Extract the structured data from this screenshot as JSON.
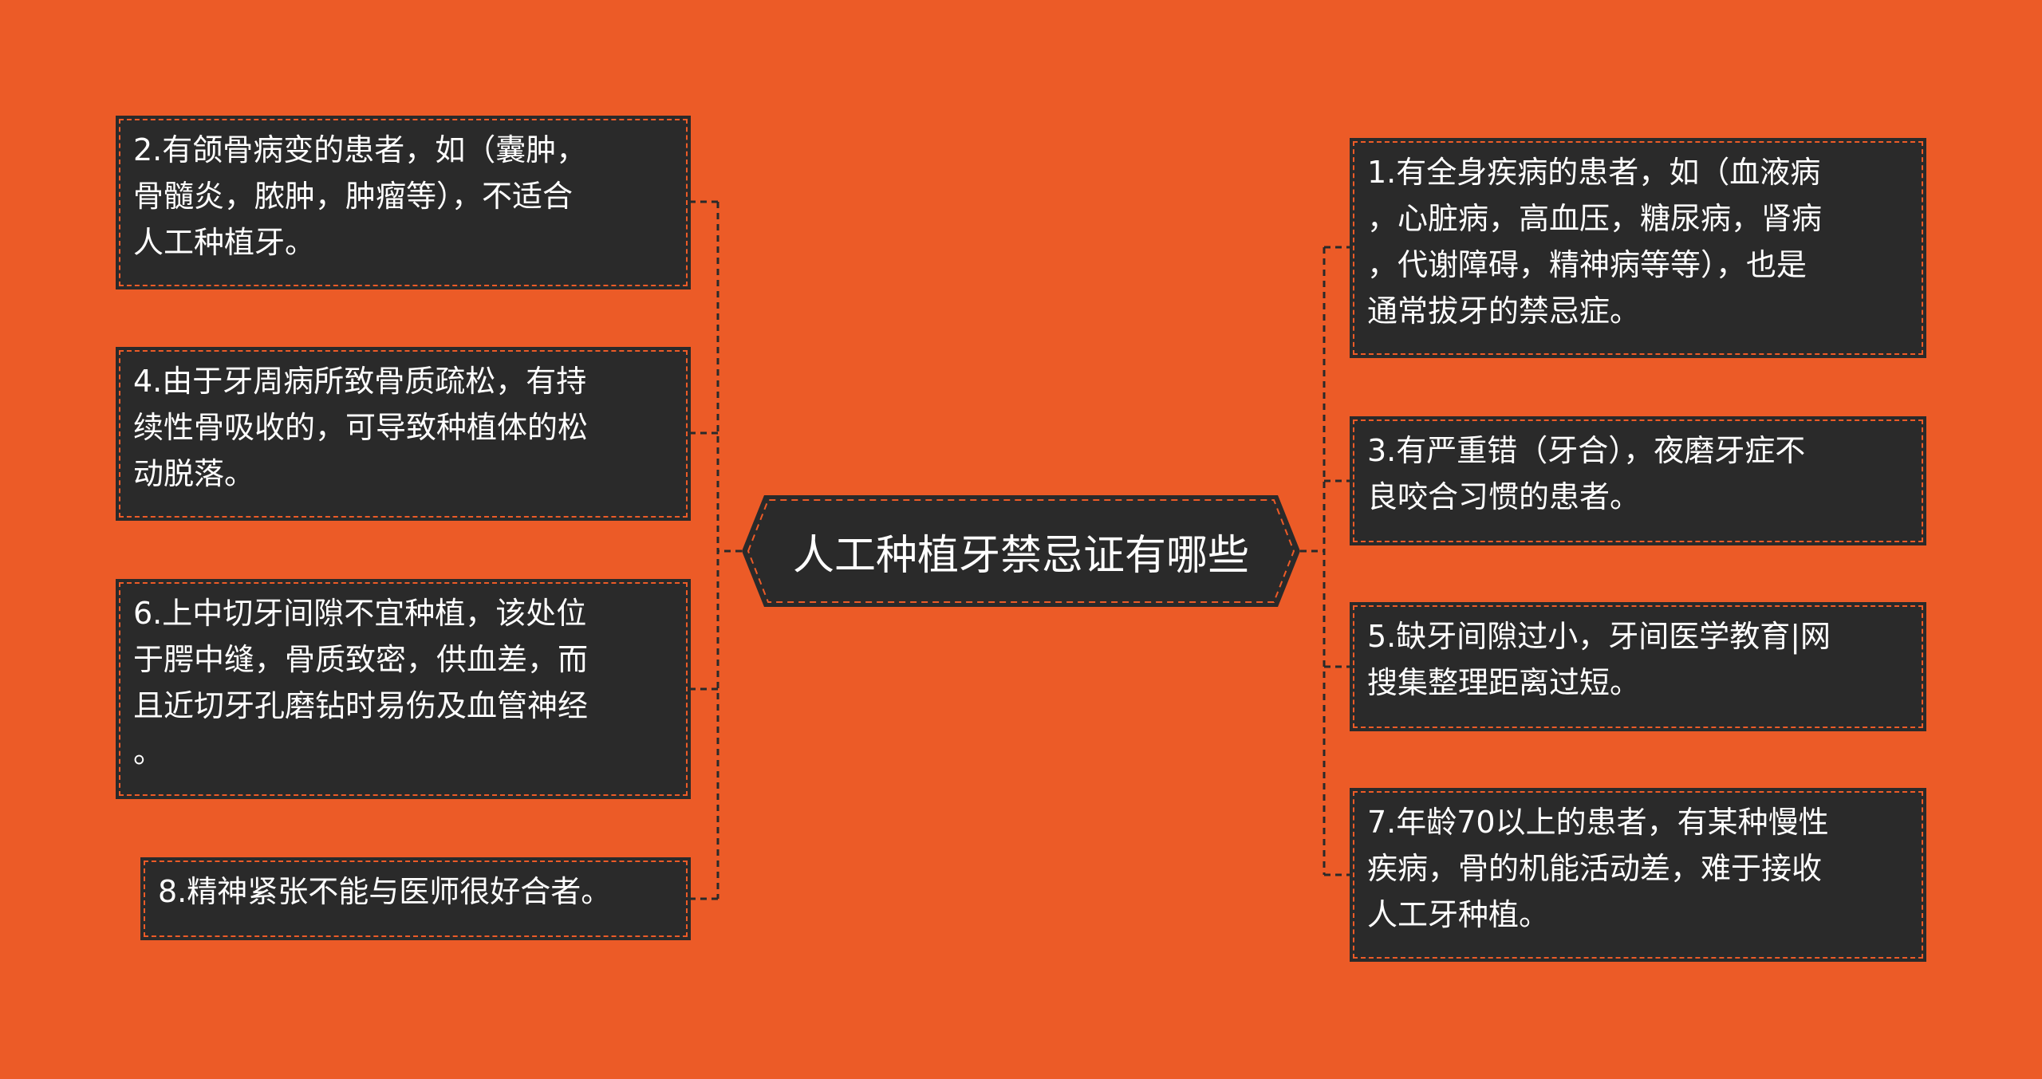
{
  "colors": {
    "background": "#ec5b27",
    "node_fill": "#2a2a2a",
    "node_text": "#ffffff",
    "connector": "#2a2a2a"
  },
  "center": {
    "title": "人工种植牙禁忌证有哪些"
  },
  "left_nodes": [
    {
      "text": "2.有颌骨病变的患者，如（囊肿，\n骨髓炎，脓肿，肿瘤等），不适合\n人工种植牙。"
    },
    {
      "text": "4.由于牙周病所致骨质疏松，有持\n续性骨吸收的，可导致种植体的松\n动脱落。"
    },
    {
      "text": "6.上中切牙间隙不宜种植，该处位\n于腭中缝，骨质致密，供血差，而\n且近切牙孔磨钻时易伤及血管神经\n。"
    },
    {
      "text": "8.精神紧张不能与医师很好合者。"
    }
  ],
  "right_nodes": [
    {
      "text": "1.有全身疾病的患者，如（血液病\n，心脏病，高血压，糖尿病，肾病\n，代谢障碍，精神病等等），也是\n通常拔牙的禁忌症。"
    },
    {
      "text": "3.有严重错（牙合），夜磨牙症不\n良咬合习惯的患者。"
    },
    {
      "text": "5.缺牙间隙过小，牙间医学教育|网\n搜集整理距离过短。"
    },
    {
      "text": "7.年龄70以上的患者，有某种慢性\n疾病，骨的机能活动差，难于接收\n人工牙种植。"
    }
  ]
}
